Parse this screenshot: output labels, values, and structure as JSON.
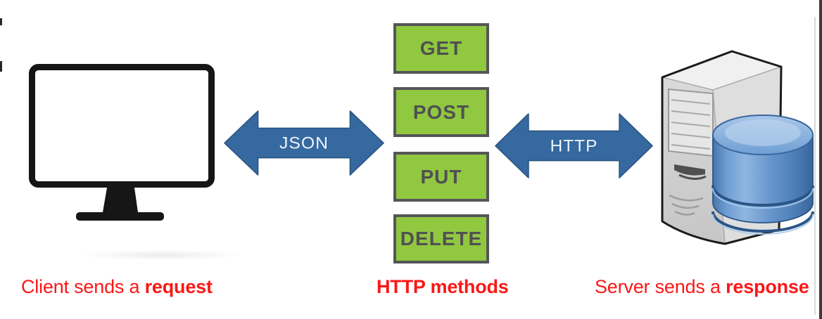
{
  "diagram": {
    "client": {
      "caption": "Client sends a ",
      "caption_bold": "request"
    },
    "json_arrow": {
      "label": "JSON"
    },
    "methods": {
      "caption": "HTTP methods",
      "items": [
        "GET",
        "POST",
        "PUT",
        "DELETE"
      ]
    },
    "http_arrow": {
      "label": "HTTP"
    },
    "server": {
      "caption": "Server sends a ",
      "caption_bold": "response"
    }
  },
  "colors": {
    "caption-red": "#fb1717",
    "method-green": "#90c83f",
    "method-border": "#545658",
    "method-text": "#4f5052",
    "arrow-blue": "#35699f",
    "arrow-edge": "#2a547f",
    "arrow-text": "#edf3fa"
  }
}
